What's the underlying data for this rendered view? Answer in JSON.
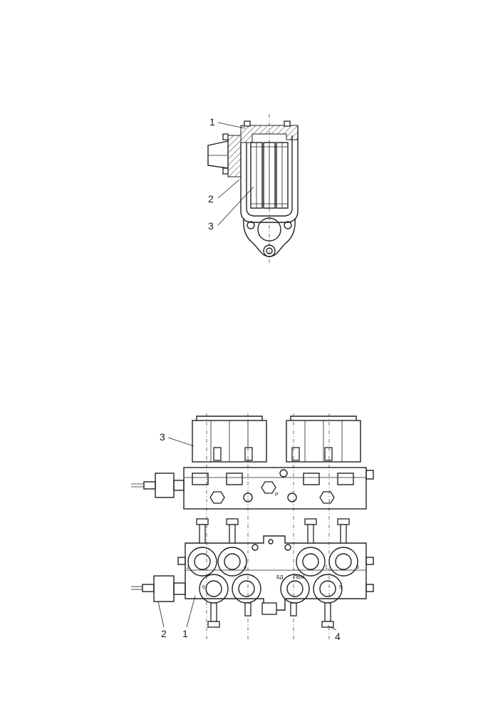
{
  "figure_top": {
    "callouts": [
      "1",
      "2",
      "3"
    ]
  },
  "figure_bottom": {
    "callouts": [
      "3",
      "2",
      "1",
      "4"
    ],
    "engravings": [
      "P",
      "БД",
      "ПВМ",
      "2",
      "4",
      "1",
      "3",
      "6",
      "5"
    ]
  }
}
